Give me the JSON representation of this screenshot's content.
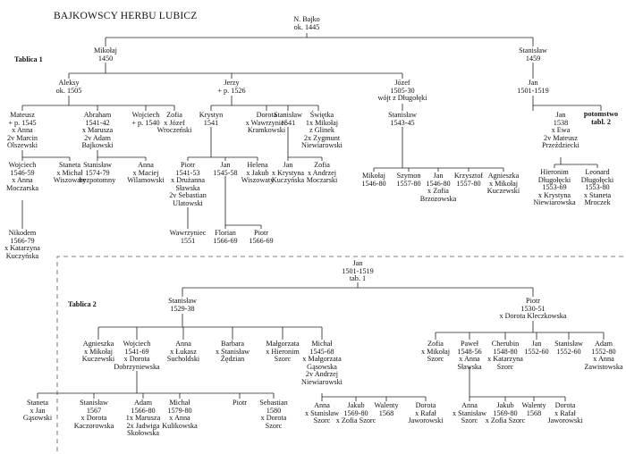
{
  "title": "BAJKOWSCY HERBU LUBICZ",
  "tablica1_label": "Tablica 1",
  "tablica2_label": "Tablica 2",
  "continuation_note": "potomstwo\ntabl. 2",
  "nodes": {
    "n_bajko": "N. Bajko\nok. 1445",
    "mikolaj1450": "Mikołaj\n1450",
    "stanislaw1459": "Stanisław\n1459",
    "aleksy": "Aleksy\nok. 1505",
    "jerzy": "Jerzy\n+ p. 1526",
    "jozef": "Józef\n1505-30\nwójt z Długołęki",
    "jan1501a": "Jan\n1501-1519",
    "mateusz": "Mateusz\n+ p. 1545\nx Anna\n2v Marcin\nOlszewski",
    "abraham": "Abraham\n1541-42\nx Marusza\n2v Adam\nBajkowski",
    "wojciech1540": "Wojciech\n+ p. 1540",
    "zofia_wr": "Zofia\nx Józef\nWroczeński",
    "krystyn": "Krystyn\n1541",
    "dorota_kr": "Dorota\nx Wawrzyniec\nKramkowski",
    "stanislaw1541": "Stanisław\n1541",
    "swietka": "Świętka\n1x Mikołaj\nz Glinek\n2x Zygmunt\nNiewiarowski",
    "stanislaw1543": "Stanisław\n1543-45",
    "jan1538": "Jan\n1538\nx Ewa\n2v Mateusz\nPrzeździecki",
    "wojciech1546": "Wojciech\n1546-59\nx Anna\nMoczarska",
    "staneta_wis": "Staneta\nx Michał\nWiszowaty",
    "stanislaw1574": "Stanisław\n1574-79\nbezpotomny",
    "anna_wil": "Anna\nx Maciej\nWilamowski",
    "piotr1541": "Piotr\n1541-53\nx Drużanna\nSławska\n2v Sebastian\nUlatowski",
    "jan1545": "Jan\n1545-58",
    "helena": "Helena\nx Jakub\nWiszowaty",
    "jan_kry": "Jan\nx Krystyna\nKuczyńska",
    "zofia_moc": "Zofia\nx Andrzej\nMoczarski",
    "mikolaj1546": "Mikołaj\n1546-80",
    "szymon": "Szymon\n1557-80",
    "jan1546": "Jan\n1546-80\nx Zofia\nBrzozowska",
    "krzysztof": "Krzysztof\n1557-80",
    "agnieszka_kucz1": "Agnieszka\nx Mikołaj\nKuczewski",
    "hieronim": "Hieronim\nDługołęcki\n1553-69\nx Krystyna\nNiewiarowska",
    "leonard": "Leonard\nDługołęcki\n1553-80\nx Staneta\nMroczek",
    "nikodem": "Nikodem\n1566-79\nx Katarzyna\nKuczyńska",
    "wawrzyniec": "Wawrzyniec\n1551",
    "florian": "Florian\n1566-69",
    "piotr1566": "Piotr\n1566-69",
    "jan_t2": "Jan\n1501-1519\ntab. 1",
    "stanislaw1529": "Stanisław\n1529-38",
    "piotr1530": "Piotr\n1530-51\nx Dorota Kleczkowska",
    "agnieszka_kucz2": "Agnieszka\nx Mikołaj\nKuczewski",
    "wojciech1541": "Wojciech\n1541-69\nx Dorota\nDobrzyniewska",
    "anna_such": "Anna\nx Łukasz\nSucholdski",
    "barbara": "Barbara\nx Stanisław\nŻędzian",
    "malgorzata": "Małgorzata\nx Hieronim\nSzorc",
    "michal1545": "Michał\n1545-68\nx Małgorzata\nGąsowska\n2v Andrzej\nNiewiarowski",
    "zofia_sz": "Zofia\nx Mikołaj\nSzorc",
    "pawel": "Paweł\n1548-56\nx Anna\nSławska",
    "cherubin": "Cherubin\n1548-80\nx Katarzyna\nSzorc",
    "jan1552": "Jan\n1552-60",
    "stanislaw1552": "Stanisław\n1552-60",
    "adam1552": "Adam\n1552-80\nx Anna\nZawistowska",
    "staneta_gas": "Staneta\nx Jan\nGąsowski",
    "stanislaw1567": "Stanisław\n1567\nx Dorota\nKaczorowska",
    "adam1566": "Adam\n1566-80\n1x Marusza\n2x Jadwiga\nSkołowska",
    "michal1579": "Michał\n1579-80\nx Anna\nKulikowska",
    "piotr_w": "Piotr",
    "sebastian": "Sebastian\n1580\nx Dorota\nSzorc",
    "anna_sz_a": "Anna\nx Stanisław\nSzorc",
    "jakub_a": "Jakub\n1569-80\nx Zofia Szorc",
    "walenty_a": "Walenty\n1568",
    "dorota_jaw_a": "Dorota\nx Rafał\nJaworowski",
    "anna_sz_b": "Anna\nx Stanisław\nSzorc",
    "jakub_b": "Jakub\n1569-80\nx Zofia Szorc",
    "walenty_b": "Walenty\n1568",
    "dorota_jaw_b": "Dorota\nx Rafał\nJaworowski"
  }
}
